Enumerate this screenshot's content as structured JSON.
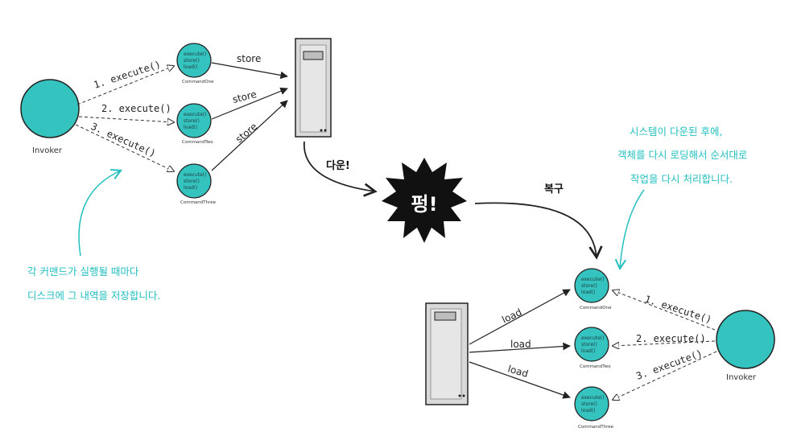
{
  "colors": {
    "teal": "#35c3c0",
    "note": "#23bfc0",
    "ink": "#222222",
    "server": "#d9d9d9"
  },
  "top": {
    "invoker": "Invoker",
    "call1": "1. execute()",
    "call2": "2. execute()",
    "call3": "3. execute()",
    "store1": "store",
    "store2": "store",
    "store3": "store",
    "commands": [
      {
        "m1": "execute()",
        "m2": "store()",
        "m3": "load()",
        "name": "CommandOne"
      },
      {
        "m1": "execute()",
        "m2": "store()",
        "m3": "load()",
        "name": "CommandTwo"
      },
      {
        "m1": "execute()",
        "m2": "store()",
        "m3": "load()",
        "name": "CommandThree"
      }
    ]
  },
  "crash": {
    "down": "다운!",
    "bang": "펑!",
    "recover": "복구"
  },
  "bottom": {
    "invoker": "Invoker",
    "call1": "1. execute()",
    "call2": "2. execute()",
    "call3": "3. execute()",
    "load1": "load",
    "load2": "load",
    "load3": "load",
    "commands": [
      {
        "m1": "execute()",
        "m2": "store()",
        "m3": "load()",
        "name": "CommandOne"
      },
      {
        "m1": "execute()",
        "m2": "store()",
        "m3": "load()",
        "name": "CommandTwo"
      },
      {
        "m1": "execute()",
        "m2": "store()",
        "m3": "load()",
        "name": "CommandThree"
      }
    ]
  },
  "notes": {
    "left_line1": "각 커맨드가 실행될 때마다",
    "left_line2": "디스크에 그 내역을 저장합니다.",
    "right_line1": "시스템이 다운된 후에,",
    "right_line2": "객체를 다시 로딩해서 순서대로",
    "right_line3": "작업을 다시 처리합니다."
  }
}
